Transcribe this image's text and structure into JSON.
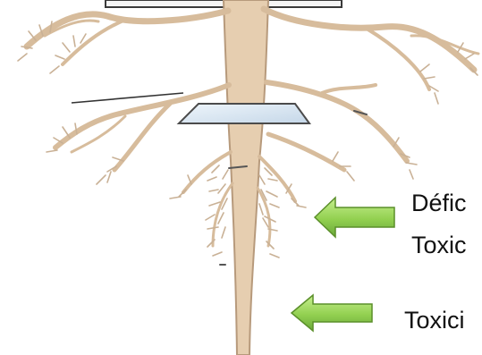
{
  "labels": {
    "line1": "Défic",
    "line2": "Toxic",
    "line3": "Toxici"
  },
  "colors": {
    "root_fill": "#e6ceb0",
    "root_stroke": "#b79a7c",
    "root_hair": "#c9b196",
    "arrow_fill": "#92d050",
    "arrow_stroke": "#5b8f2a",
    "plate_fill": "#d6e4f0",
    "plate_stroke": "#4b4b4b",
    "text": "#111111"
  },
  "icons": {
    "arrow_upper": "green-left-arrow",
    "arrow_lower": "green-left-arrow"
  }
}
